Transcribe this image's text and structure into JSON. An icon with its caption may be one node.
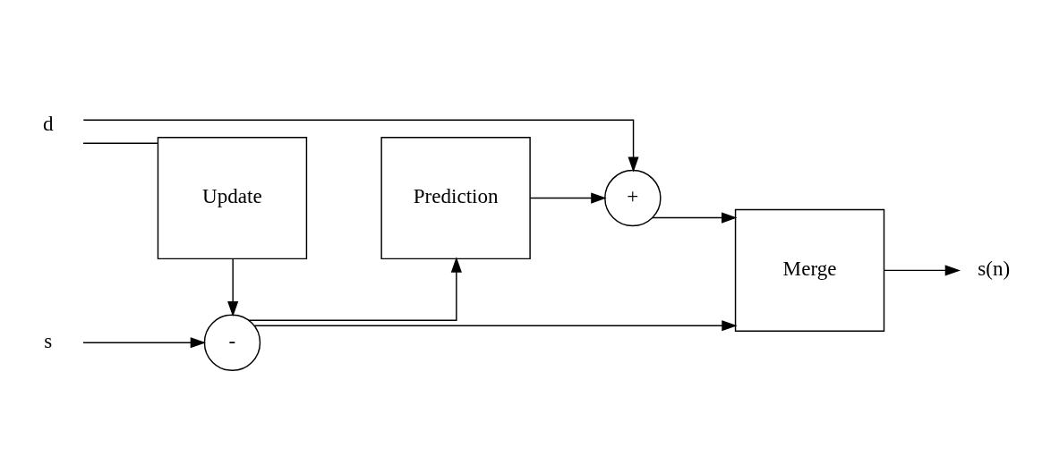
{
  "diagram": {
    "nodes": [
      {
        "text": [
          "s"
        ]
      },
      {
        "text": [
          "-"
        ]
      },
      {
        "text": [
          "Update"
        ]
      },
      {
        "text": [
          "Prediction"
        ]
      },
      {
        "text": [
          "Merge"
        ]
      },
      {
        "text": [
          "s(n)"
        ]
      },
      {
        "text": [
          "d"
        ]
      },
      {
        "text": [
          "+"
        ]
      }
    ],
    "edges": [
      {
        "from": 0,
        "to": 1,
        "arrow": "to"
      },
      {
        "from": 2,
        "to": 1,
        "arrow": "to"
      },
      {
        "from": 1,
        "to": 3,
        "arrow": "to"
      },
      {
        "from": 1,
        "to": 4,
        "arrow": "to"
      },
      {
        "from": 4,
        "to": 5,
        "arrow": "to"
      },
      {
        "from": 6,
        "to": 2,
        "arrow": "none"
      },
      {
        "from": 6,
        "to": 7,
        "arrow": "to"
      },
      {
        "from": 3,
        "to": 7,
        "arrow": "to"
      },
      {
        "from": 7,
        "to": 4,
        "arrow": "to"
      }
    ]
  }
}
